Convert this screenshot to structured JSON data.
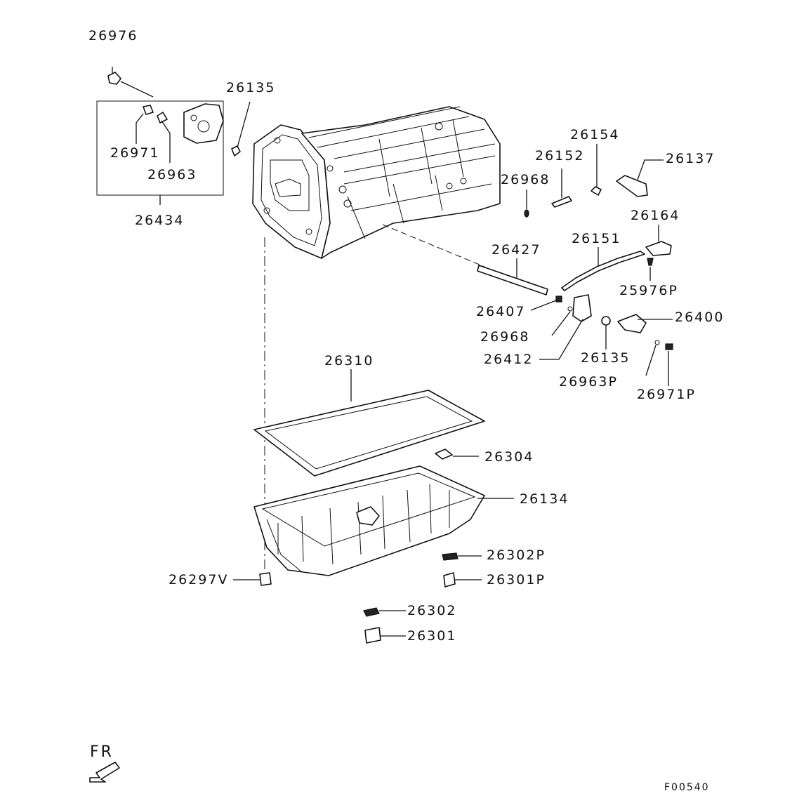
{
  "callouts": {
    "p26976": "26976",
    "p26135_top": "26135",
    "p26971": "26971",
    "p26963": "26963",
    "p26434": "26434",
    "p26154": "26154",
    "p26152": "26152",
    "p26137": "26137",
    "p26968_top": "26968",
    "p26164": "26164",
    "p26151": "26151",
    "p26427": "26427",
    "p25976p": "25976P",
    "p26407": "26407",
    "p26968_mid": "26968",
    "p26400": "26400",
    "p26412": "26412",
    "p26135_mid": "26135",
    "p26310": "26310",
    "p26963p": "26963P",
    "p26971p": "26971P",
    "p26304": "26304",
    "p26134": "26134",
    "p26302p": "26302P",
    "p26297v": "26297V",
    "p26301p": "26301P",
    "p26302": "26302",
    "p26301": "26301"
  },
  "direction_label": "FR",
  "figure_code": "F00540"
}
